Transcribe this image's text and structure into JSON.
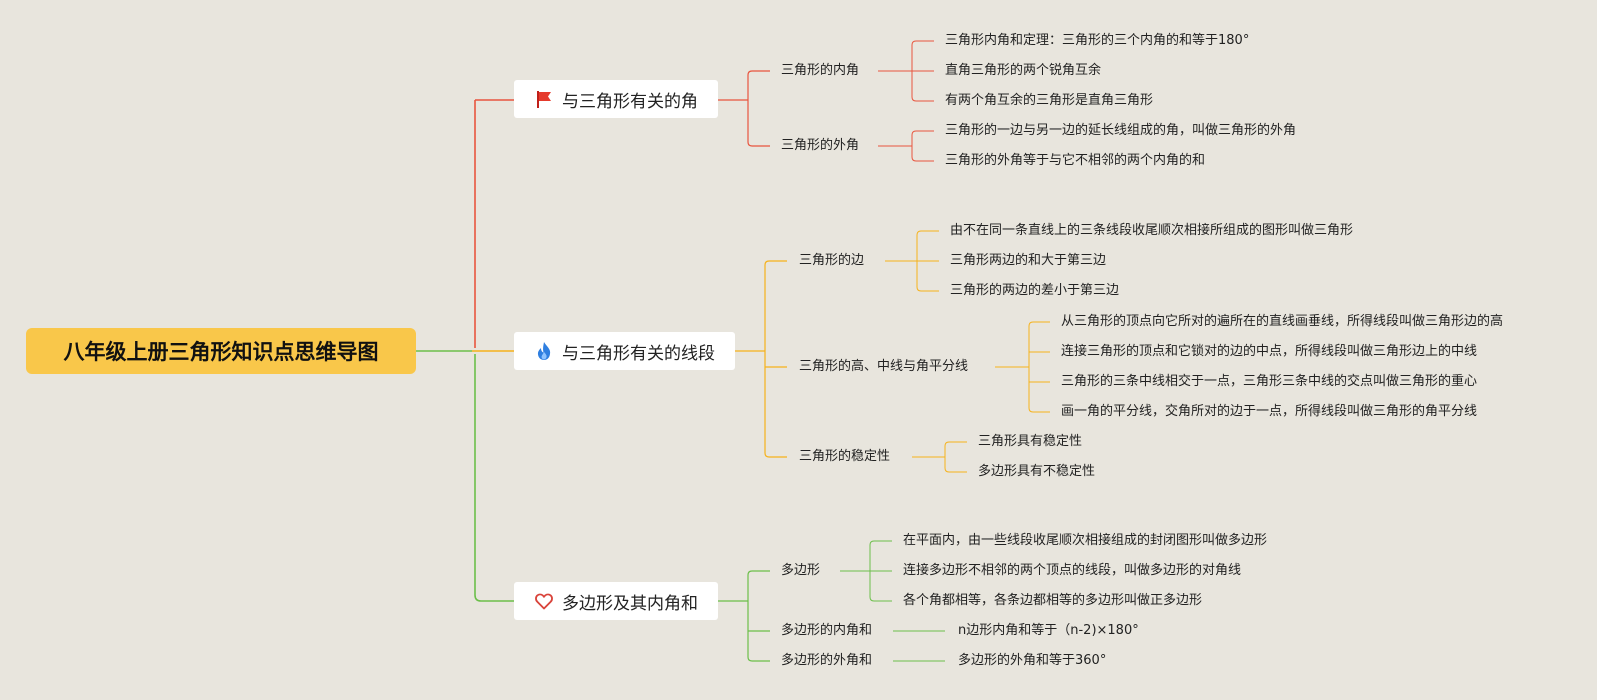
{
  "root": {
    "label": "八年级上册三角形知识点思维导图"
  },
  "branches": [
    {
      "label": "与三角形有关的角",
      "icon": "red-flag-icon",
      "color": "#e8553e",
      "subs": [
        {
          "label": "三角形的内角",
          "leaves": [
            "三角形内角和定理：三角形的三个内角的和等于180°",
            "直角三角形的两个锐角互余",
            "有两个角互余的三角形是直角三角形"
          ]
        },
        {
          "label": "三角形的外角",
          "leaves": [
            "三角形的一边与另一边的延长线组成的角，叫做三角形的外角",
            "三角形的外角等于与它不相邻的两个内角的和"
          ]
        }
      ]
    },
    {
      "label": "与三角形有关的线段",
      "icon": "flame-icon",
      "color": "#f6b21b",
      "subs": [
        {
          "label": "三角形的边",
          "leaves": [
            "由不在同一条直线上的三条线段收尾顺次相接所组成的图形叫做三角形",
            "三角形两边的和大于第三边",
            "三角形的两边的差小于第三边"
          ]
        },
        {
          "label": "三角形的高、中线与角平分线",
          "leaves": [
            "从三角形的顶点向它所对的遍所在的直线画垂线，所得线段叫做三角形边的高",
            "连接三角形的顶点和它锁对的边的中点，所得线段叫做三角形边上的中线",
            "三角形的三条中线相交于一点，三角形三条中线的交点叫做三角形的重心",
            "画一角的平分线，交角所对的边于一点，所得线段叫做三角形的角平分线"
          ]
        },
        {
          "label": "三角形的稳定性",
          "leaves": [
            "三角形具有稳定性",
            "多边形具有不稳定性"
          ]
        }
      ]
    },
    {
      "label": "多边形及其内角和",
      "icon": "heart-icon",
      "color": "#6cbf4a",
      "subs": [
        {
          "label": "多边形",
          "leaves": [
            "在平面内，由一些线段收尾顺次相接组成的封闭图形叫做多边形",
            "连接多边形不相邻的两个顶点的线段，叫做多边形的对角线",
            "各个角都相等，各条边都相等的多边形叫做正多边形"
          ]
        },
        {
          "label": "多边形的内角和",
          "leaves": [
            "n边形内角和等于（n-2)×180°"
          ]
        },
        {
          "label": "多边形的外角和",
          "leaves": [
            "多边形的外角和等于360°"
          ]
        }
      ]
    }
  ]
}
